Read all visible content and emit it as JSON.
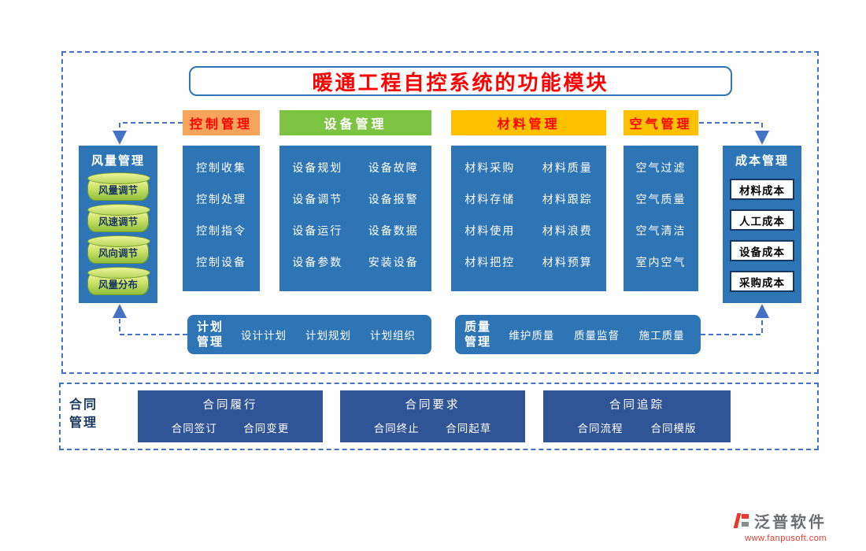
{
  "title": "暖通工程自控系统的功能模块",
  "tabs": {
    "control": "控制管理",
    "equipment": "设备管理",
    "material": "材料管理",
    "air": "空气管理"
  },
  "airflow_panel": {
    "title": "风量管理",
    "items": [
      "风量调节",
      "风速调节",
      "风向调节",
      "风量分布"
    ]
  },
  "cost_panel": {
    "title": "成本管理",
    "items": [
      "材料成本",
      "人工成本",
      "设备成本",
      "采购成本"
    ]
  },
  "control_column": {
    "items": [
      "控制收集",
      "控制处理",
      "控制指令",
      "控制设备"
    ]
  },
  "equipment_column": {
    "col1": [
      "设备规划",
      "设备调节",
      "设备运行",
      "设备参数"
    ],
    "col2": [
      "设备故障",
      "设备报警",
      "设备数据",
      "安装设备"
    ]
  },
  "material_column": {
    "col1": [
      "材料采购",
      "材料存储",
      "材料使用",
      "材料把控"
    ],
    "col2": [
      "材料质量",
      "材料跟踪",
      "材料浪费",
      "材料预算"
    ]
  },
  "air_column": {
    "items": [
      "空气过滤",
      "空气质量",
      "空气清洁",
      "室内空气"
    ]
  },
  "plan_box": {
    "title_line1": "计划",
    "title_line2": "管理",
    "items": [
      "设计计划",
      "计划规划",
      "计划组织"
    ]
  },
  "quality_box": {
    "title_line1": "质量",
    "title_line2": "管理",
    "items": [
      "维护质量",
      "质量监督",
      "施工质量"
    ]
  },
  "contract_section": {
    "label_line1": "合同",
    "label_line2": "管理",
    "groups": [
      {
        "header": "合同履行",
        "items": [
          "合同签订",
          "合同变更"
        ]
      },
      {
        "header": "合同要求",
        "items": [
          "合同终止",
          "合同起草"
        ]
      },
      {
        "header": "合同追踪",
        "items": [
          "合同流程",
          "合同模版"
        ]
      }
    ]
  },
  "footer": {
    "brand": "泛普软件",
    "url": "www.fanpusoft.com"
  },
  "colors": {
    "primary_blue": "#2E75B6",
    "contract_blue": "#2F5597",
    "tab_orange": "#F6A45B",
    "tab_green": "#7CC342",
    "tab_gold": "#FFC000",
    "accent_red": "#FF0000",
    "frame_blue": "#4472C4",
    "cost_border": "#17375E"
  }
}
